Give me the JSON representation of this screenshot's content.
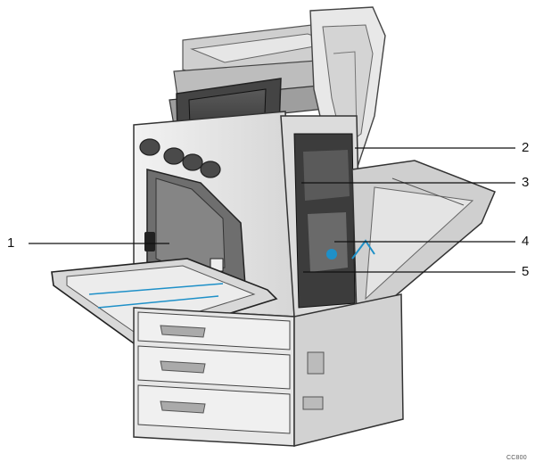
{
  "callouts": [
    {
      "id": "1",
      "label": "1"
    },
    {
      "id": "2",
      "label": "2"
    },
    {
      "id": "3",
      "label": "3"
    },
    {
      "id": "4",
      "label": "4"
    },
    {
      "id": "5",
      "label": "5"
    }
  ],
  "figure_code": "CC800"
}
